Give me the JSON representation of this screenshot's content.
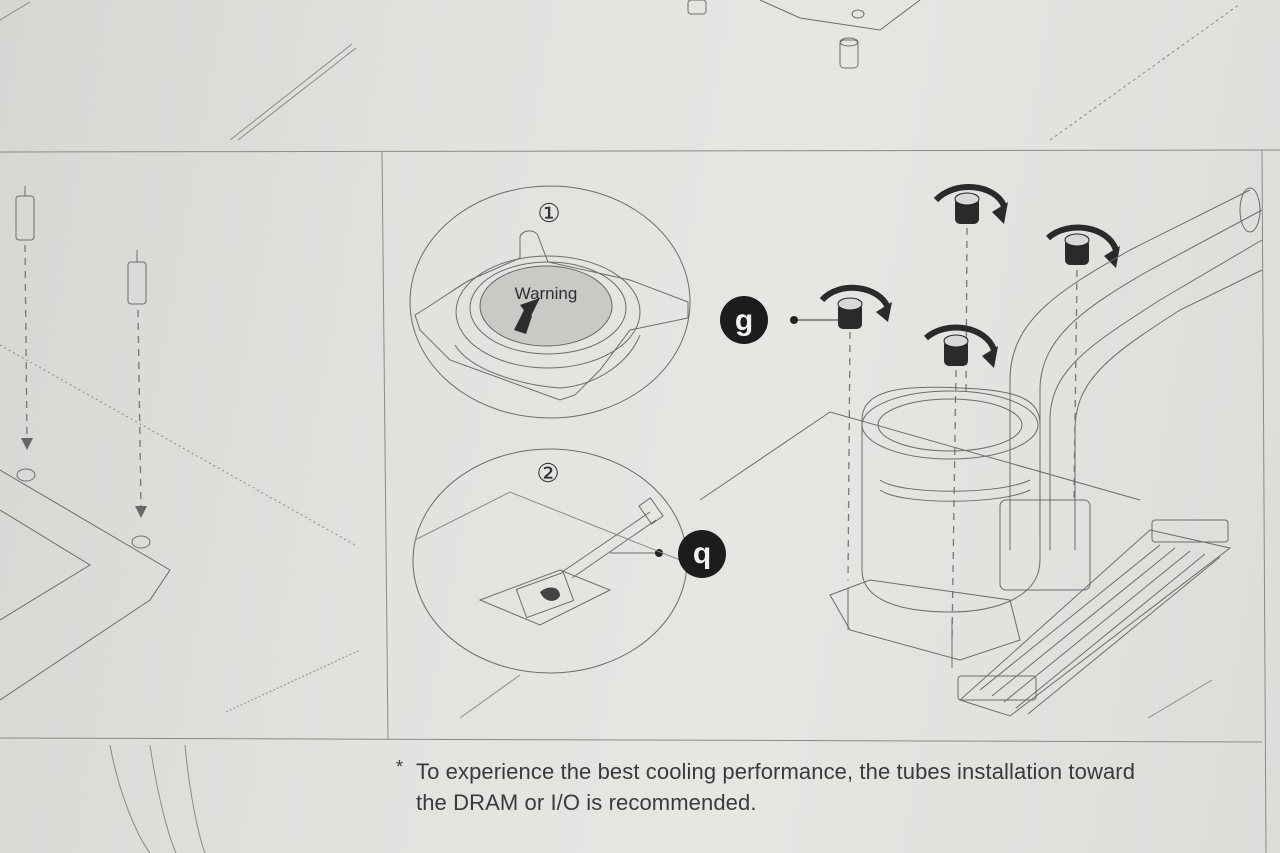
{
  "steps": {
    "step1_number": "①",
    "step2_number": "②",
    "warning_label": "Warning"
  },
  "callouts": {
    "g": "g",
    "q": "q"
  },
  "footnote": {
    "asterisk": "*",
    "line1": "To experience the best cooling performance, the tubes installation toward",
    "line2": "the DRAM or I/O is recommended."
  }
}
